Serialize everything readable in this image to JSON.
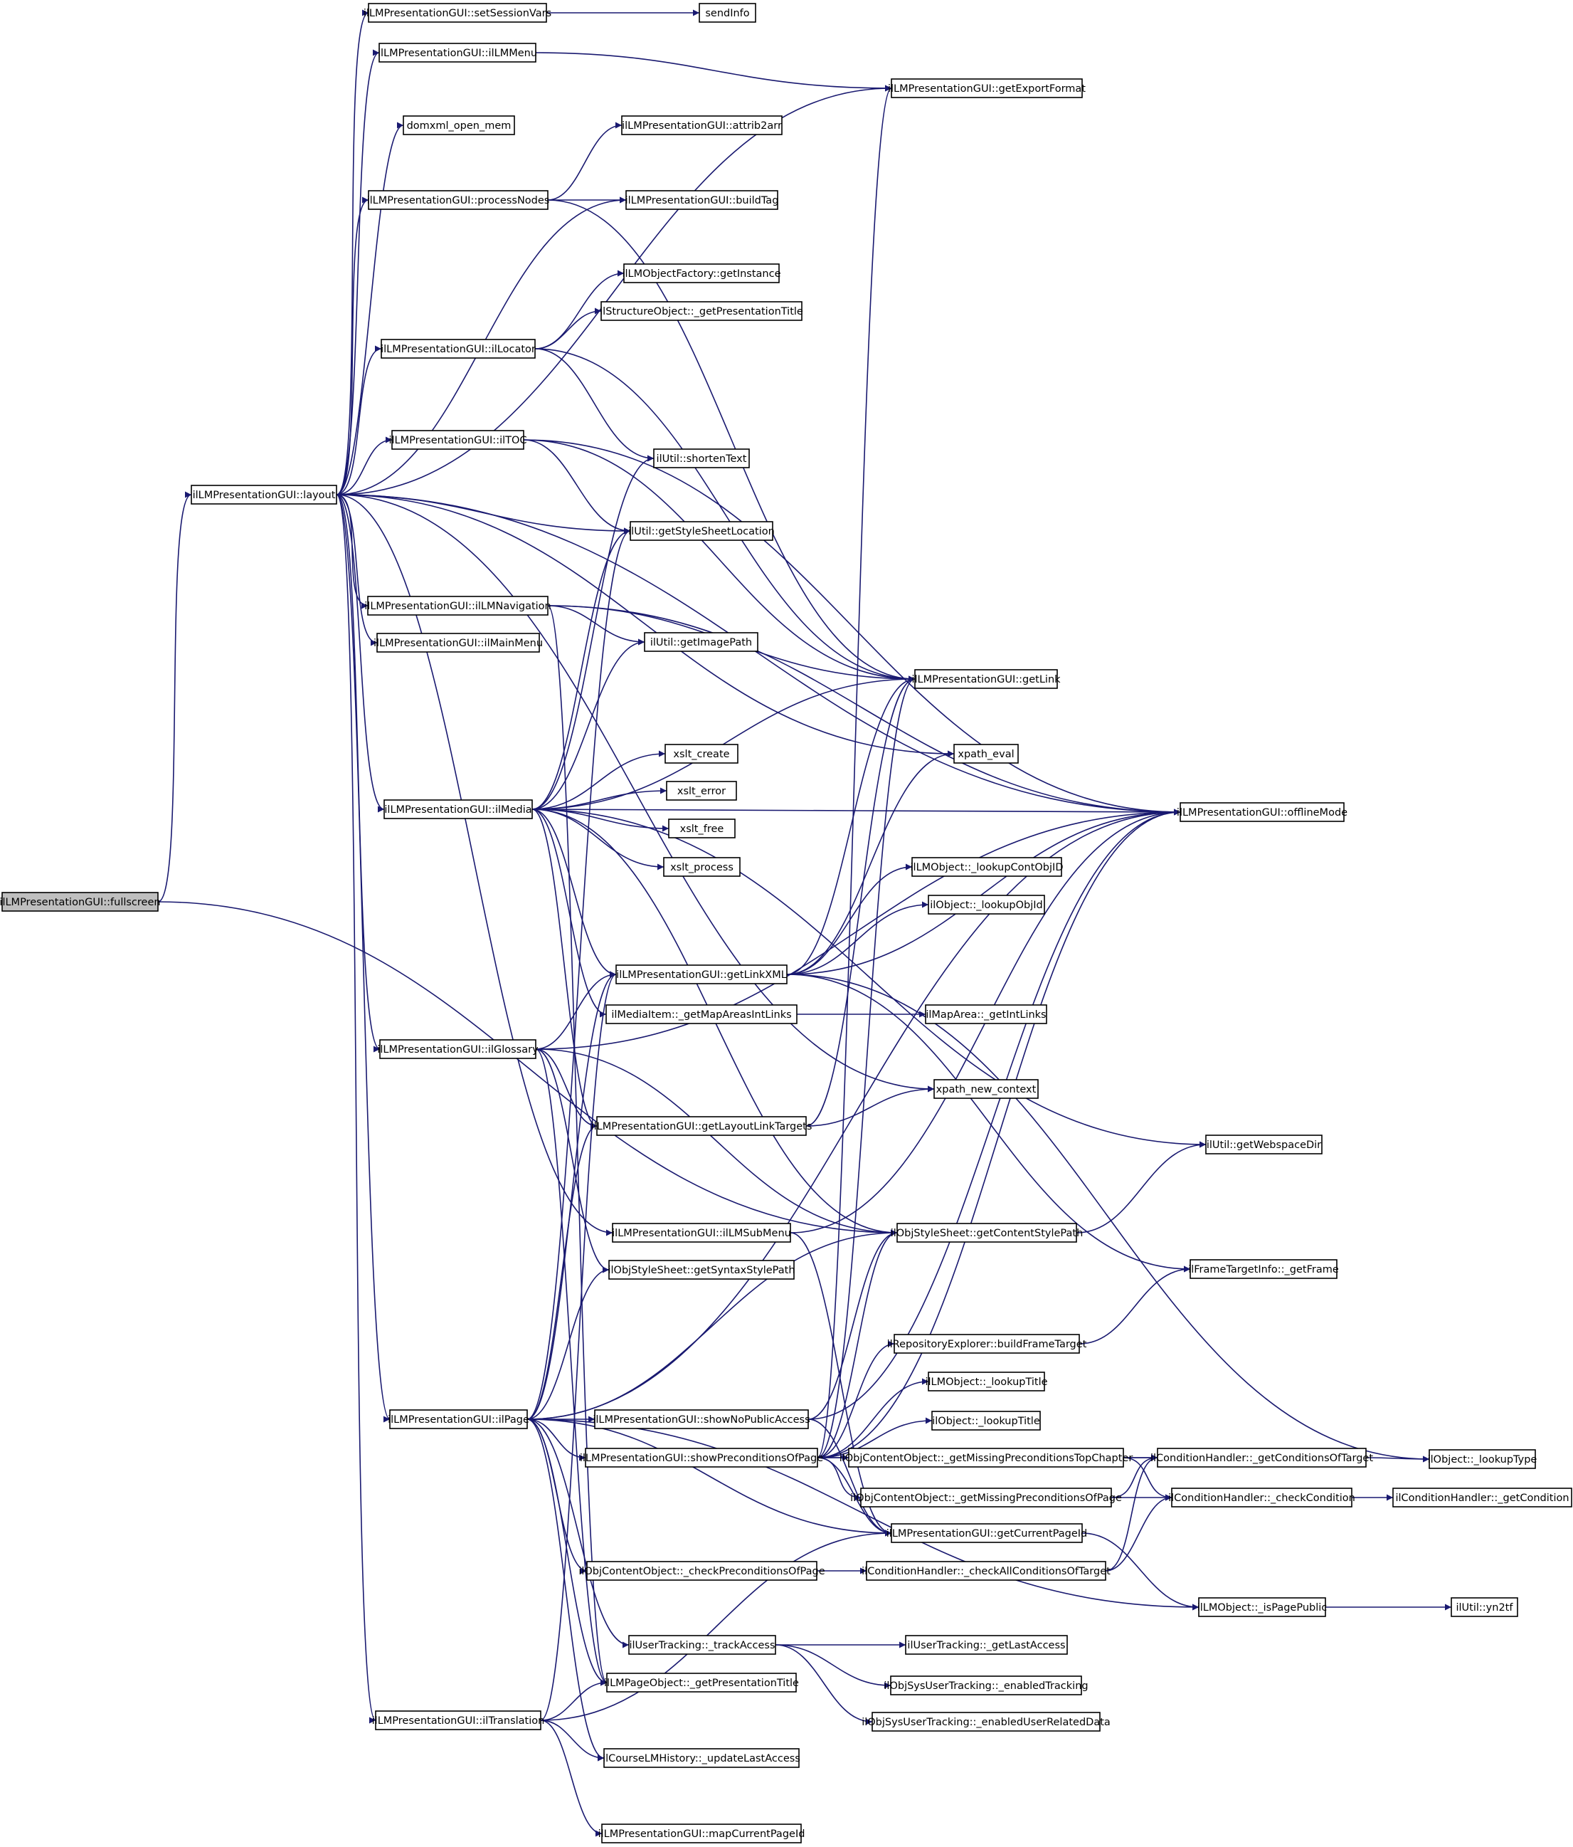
{
  "nodes": [
    {
      "id": "fullscreen",
      "label": "ilLMPresentationGUI::fullscreen",
      "highlighted": true
    },
    {
      "id": "layout",
      "label": "ilLMPresentationGUI::layout"
    },
    {
      "id": "setSessionVars",
      "label": "ilLMPresentationGUI::setSessionVars"
    },
    {
      "id": "sendInfo",
      "label": "sendInfo"
    },
    {
      "id": "ilLMMenu",
      "label": "ilLMPresentationGUI::ilLMMenu"
    },
    {
      "id": "getExportFormat",
      "label": "ilLMPresentationGUI::getExportFormat"
    },
    {
      "id": "domxml_open_mem",
      "label": "domxml_open_mem"
    },
    {
      "id": "attrib2arr",
      "label": "ilLMPresentationGUI::attrib2arr"
    },
    {
      "id": "processNodes",
      "label": "ilLMPresentationGUI::processNodes"
    },
    {
      "id": "buildTag",
      "label": "ilLMPresentationGUI::buildTag"
    },
    {
      "id": "getInstance",
      "label": "ilLMObjectFactory::getInstance"
    },
    {
      "id": "structPresTitle",
      "label": "ilStructureObject::_getPresentationTitle"
    },
    {
      "id": "ilLocator",
      "label": "ilLMPresentationGUI::ilLocator"
    },
    {
      "id": "ilTOC",
      "label": "ilLMPresentationGUI::ilTOC"
    },
    {
      "id": "shortenText",
      "label": "ilUtil::shortenText"
    },
    {
      "id": "getStyleSheetLocation",
      "label": "ilUtil::getStyleSheetLocation"
    },
    {
      "id": "ilLMNavigation",
      "label": "ilLMPresentationGUI::ilLMNavigation"
    },
    {
      "id": "ilMainMenu",
      "label": "ilLMPresentationGUI::ilMainMenu"
    },
    {
      "id": "getImagePath",
      "label": "ilUtil::getImagePath"
    },
    {
      "id": "getLink",
      "label": "ilLMPresentationGUI::getLink"
    },
    {
      "id": "xpath_eval",
      "label": "xpath_eval"
    },
    {
      "id": "xslt_create",
      "label": "xslt_create"
    },
    {
      "id": "xslt_error",
      "label": "xslt_error"
    },
    {
      "id": "ilMedia",
      "label": "ilLMPresentationGUI::ilMedia"
    },
    {
      "id": "xslt_free",
      "label": "xslt_free"
    },
    {
      "id": "offlineMode",
      "label": "ilLMPresentationGUI::offlineMode"
    },
    {
      "id": "xslt_process",
      "label": "xslt_process"
    },
    {
      "id": "lookupContObjID",
      "label": "ilLMObject::_lookupContObjID"
    },
    {
      "id": "lookupObjId",
      "label": "ilObject::_lookupObjId"
    },
    {
      "id": "getLinkXML",
      "label": "ilLMPresentationGUI::getLinkXML"
    },
    {
      "id": "getMapAreasIntLinks",
      "label": "ilMediaItem::_getMapAreasIntLinks"
    },
    {
      "id": "getIntLinks",
      "label": "ilMapArea::_getIntLinks"
    },
    {
      "id": "ilGlossary",
      "label": "ilLMPresentationGUI::ilGlossary"
    },
    {
      "id": "xpath_new_context",
      "label": "xpath_new_context"
    },
    {
      "id": "getLayoutLinkTargets",
      "label": "ilLMPresentationGUI::getLayoutLinkTargets"
    },
    {
      "id": "getWebspaceDir",
      "label": "ilUtil::getWebspaceDir"
    },
    {
      "id": "ilLMSubMenu",
      "label": "ilLMPresentationGUI::ilLMSubMenu"
    },
    {
      "id": "getContentStylePath",
      "label": "ilObjStyleSheet::getContentStylePath"
    },
    {
      "id": "getSyntaxStylePath",
      "label": "ilObjStyleSheet::getSyntaxStylePath"
    },
    {
      "id": "getFrame",
      "label": "ilFrameTargetInfo::_getFrame"
    },
    {
      "id": "buildFrameTarget",
      "label": "ilRepositoryExplorer::buildFrameTarget"
    },
    {
      "id": "lmLookupTitle",
      "label": "ilLMObject::_lookupTitle"
    },
    {
      "id": "ilPage",
      "label": "ilLMPresentationGUI::ilPage"
    },
    {
      "id": "showNoPublicAccess",
      "label": "ilLMPresentationGUI::showNoPublicAccess"
    },
    {
      "id": "objLookupTitle",
      "label": "ilObject::_lookupTitle"
    },
    {
      "id": "showPreconditionsOfPage",
      "label": "ilLMPresentationGUI::showPreconditionsOfPage"
    },
    {
      "id": "missingPrecTopChapter",
      "label": "ilObjContentObject::_getMissingPreconditionsTopChapter"
    },
    {
      "id": "getConditionsOfTarget",
      "label": "ilConditionHandler::_getConditionsOfTarget"
    },
    {
      "id": "lookupType",
      "label": "ilObject::_lookupType"
    },
    {
      "id": "missingPrecOfPage",
      "label": "ilObjContentObject::_getMissingPreconditionsOfPage"
    },
    {
      "id": "checkCondition",
      "label": "ilConditionHandler::_checkCondition"
    },
    {
      "id": "getCondition",
      "label": "ilConditionHandler::_getCondition"
    },
    {
      "id": "getCurrentPageId",
      "label": "ilLMPresentationGUI::getCurrentPageId"
    },
    {
      "id": "checkPrecOfPage",
      "label": "ilObjContentObject::_checkPreconditionsOfPage"
    },
    {
      "id": "checkAllConditions",
      "label": "ilConditionHandler::_checkAllConditionsOfTarget"
    },
    {
      "id": "isPagePublic",
      "label": "ilLMObject::_isPagePublic"
    },
    {
      "id": "yn2tf",
      "label": "ilUtil::yn2tf"
    },
    {
      "id": "trackAccess",
      "label": "ilUserTracking::_trackAccess"
    },
    {
      "id": "getLastAccess",
      "label": "ilUserTracking::_getLastAccess"
    },
    {
      "id": "pageObjPresTitle",
      "label": "ilLMPageObject::_getPresentationTitle"
    },
    {
      "id": "enabledTracking",
      "label": "ilObjSysUserTracking::_enabledTracking"
    },
    {
      "id": "ilTranslation",
      "label": "ilLMPresentationGUI::ilTranslation"
    },
    {
      "id": "enabledUserRelatedData",
      "label": "ilObjSysUserTracking::_enabledUserRelatedData"
    },
    {
      "id": "updateLastAccess",
      "label": "ilCourseLMHistory::_updateLastAccess"
    },
    {
      "id": "mapCurrentPageId",
      "label": "ilLMPresentationGUI::mapCurrentPageId"
    }
  ],
  "edges": [
    [
      "fullscreen",
      "layout"
    ],
    [
      "fullscreen",
      "getContentStylePath"
    ],
    [
      "layout",
      "setSessionVars"
    ],
    [
      "layout",
      "ilLMMenu"
    ],
    [
      "layout",
      "getExportFormat"
    ],
    [
      "layout",
      "domxml_open_mem"
    ],
    [
      "layout",
      "processNodes"
    ],
    [
      "layout",
      "buildTag"
    ],
    [
      "layout",
      "offlineMode"
    ],
    [
      "layout",
      "ilLocator"
    ],
    [
      "layout",
      "ilTOC"
    ],
    [
      "layout",
      "getStyleSheetLocation"
    ],
    [
      "layout",
      "xpath_eval"
    ],
    [
      "layout",
      "ilLMNavigation"
    ],
    [
      "layout",
      "ilMainMenu"
    ],
    [
      "layout",
      "ilMedia"
    ],
    [
      "layout",
      "ilGlossary"
    ],
    [
      "layout",
      "xpath_new_context"
    ],
    [
      "layout",
      "ilLMSubMenu"
    ],
    [
      "layout",
      "ilPage"
    ],
    [
      "layout",
      "ilTranslation"
    ],
    [
      "setSessionVars",
      "sendInfo"
    ],
    [
      "ilLMMenu",
      "getExportFormat"
    ],
    [
      "processNodes",
      "attrib2arr"
    ],
    [
      "processNodes",
      "buildTag"
    ],
    [
      "processNodes",
      "getLink"
    ],
    [
      "ilLocator",
      "getInstance"
    ],
    [
      "ilLocator",
      "structPresTitle"
    ],
    [
      "ilLocator",
      "shortenText"
    ],
    [
      "ilLocator",
      "getLink"
    ],
    [
      "ilTOC",
      "offlineMode"
    ],
    [
      "ilTOC",
      "getLink"
    ],
    [
      "ilTOC",
      "getStyleSheetLocation"
    ],
    [
      "ilLMNavigation",
      "offlineMode"
    ],
    [
      "ilLMNavigation",
      "getImagePath"
    ],
    [
      "ilLMNavigation",
      "getLink"
    ],
    [
      "ilLMNavigation",
      "pageObjPresTitle"
    ],
    [
      "ilMedia",
      "getStyleSheetLocation"
    ],
    [
      "ilMedia",
      "shortenText"
    ],
    [
      "ilMedia",
      "getImagePath"
    ],
    [
      "ilMedia",
      "getLink"
    ],
    [
      "ilMedia",
      "offlineMode"
    ],
    [
      "ilMedia",
      "xslt_create"
    ],
    [
      "ilMedia",
      "xslt_error"
    ],
    [
      "ilMedia",
      "xslt_free"
    ],
    [
      "ilMedia",
      "xslt_process"
    ],
    [
      "ilMedia",
      "getLinkXML"
    ],
    [
      "ilMedia",
      "getMapAreasIntLinks"
    ],
    [
      "ilMedia",
      "getLayoutLinkTargets"
    ],
    [
      "ilMedia",
      "getWebspaceDir"
    ],
    [
      "ilMedia",
      "getContentStylePath"
    ],
    [
      "getLinkXML",
      "getLink"
    ],
    [
      "getLinkXML",
      "lookupContObjID"
    ],
    [
      "getLinkXML",
      "lookupObjId"
    ],
    [
      "getLinkXML",
      "xpath_eval"
    ],
    [
      "getLinkXML",
      "getFrame"
    ],
    [
      "getLinkXML",
      "lookupType"
    ],
    [
      "getLinkXML",
      "offlineMode"
    ],
    [
      "getMapAreasIntLinks",
      "getIntLinks"
    ],
    [
      "ilGlossary",
      "offlineMode"
    ],
    [
      "ilGlossary",
      "getLinkXML"
    ],
    [
      "ilGlossary",
      "getLayoutLinkTargets"
    ],
    [
      "ilGlossary",
      "getSyntaxStylePath"
    ],
    [
      "ilGlossary",
      "getContentStylePath"
    ],
    [
      "ilGlossary",
      "pageObjPresTitle"
    ],
    [
      "getLayoutLinkTargets",
      "xpath_new_context"
    ],
    [
      "getLayoutLinkTargets",
      "getLink"
    ],
    [
      "ilLMSubMenu",
      "getCurrentPageId"
    ],
    [
      "ilLMSubMenu",
      "offlineMode"
    ],
    [
      "getContentStylePath",
      "getWebspaceDir"
    ],
    [
      "buildFrameTarget",
      "getFrame"
    ],
    [
      "ilPage",
      "getLinkXML"
    ],
    [
      "ilPage",
      "getLayoutLinkTargets"
    ],
    [
      "ilPage",
      "getSyntaxStylePath"
    ],
    [
      "ilPage",
      "getContentStylePath"
    ],
    [
      "ilPage",
      "showNoPublicAccess"
    ],
    [
      "ilPage",
      "showPreconditionsOfPage"
    ],
    [
      "ilPage",
      "getCurrentPageId"
    ],
    [
      "ilPage",
      "checkPrecOfPage"
    ],
    [
      "ilPage",
      "trackAccess"
    ],
    [
      "ilPage",
      "pageObjPresTitle"
    ],
    [
      "ilPage",
      "updateLastAccess"
    ],
    [
      "ilPage",
      "isPagePublic"
    ],
    [
      "ilPage",
      "offlineMode"
    ],
    [
      "ilPage",
      "getStyleSheetLocation"
    ],
    [
      "showNoPublicAccess",
      "getContentStylePath"
    ],
    [
      "showNoPublicAccess",
      "offlineMode"
    ],
    [
      "showNoPublicAccess",
      "getCurrentPageId"
    ],
    [
      "showPreconditionsOfPage",
      "getContentStylePath"
    ],
    [
      "showPreconditionsOfPage",
      "buildFrameTarget"
    ],
    [
      "showPreconditionsOfPage",
      "lmLookupTitle"
    ],
    [
      "showPreconditionsOfPage",
      "objLookupTitle"
    ],
    [
      "showPreconditionsOfPage",
      "missingPrecTopChapter"
    ],
    [
      "showPreconditionsOfPage",
      "missingPrecOfPage"
    ],
    [
      "showPreconditionsOfPage",
      "getConditionsOfTarget"
    ],
    [
      "showPreconditionsOfPage",
      "getCurrentPageId"
    ],
    [
      "showPreconditionsOfPage",
      "getLink"
    ],
    [
      "showPreconditionsOfPage",
      "offlineMode"
    ],
    [
      "showPreconditionsOfPage",
      "getExportFormat"
    ],
    [
      "missingPrecTopChapter",
      "getConditionsOfTarget"
    ],
    [
      "missingPrecTopChapter",
      "checkCondition"
    ],
    [
      "missingPrecOfPage",
      "getConditionsOfTarget"
    ],
    [
      "missingPrecOfPage",
      "checkCondition"
    ],
    [
      "getConditionsOfTarget",
      "lookupType"
    ],
    [
      "checkCondition",
      "getCondition"
    ],
    [
      "getCurrentPageId",
      "isPagePublic"
    ],
    [
      "checkPrecOfPage",
      "checkAllConditions"
    ],
    [
      "checkAllConditions",
      "getConditionsOfTarget"
    ],
    [
      "checkAllConditions",
      "checkCondition"
    ],
    [
      "isPagePublic",
      "yn2tf"
    ],
    [
      "trackAccess",
      "getLastAccess"
    ],
    [
      "trackAccess",
      "enabledTracking"
    ],
    [
      "trackAccess",
      "enabledUserRelatedData"
    ],
    [
      "ilTranslation",
      "getLinkXML"
    ],
    [
      "ilTranslation",
      "pageObjPresTitle"
    ],
    [
      "ilTranslation",
      "updateLastAccess"
    ],
    [
      "ilTranslation",
      "mapCurrentPageId"
    ],
    [
      "ilTranslation",
      "getCurrentPageId"
    ]
  ]
}
